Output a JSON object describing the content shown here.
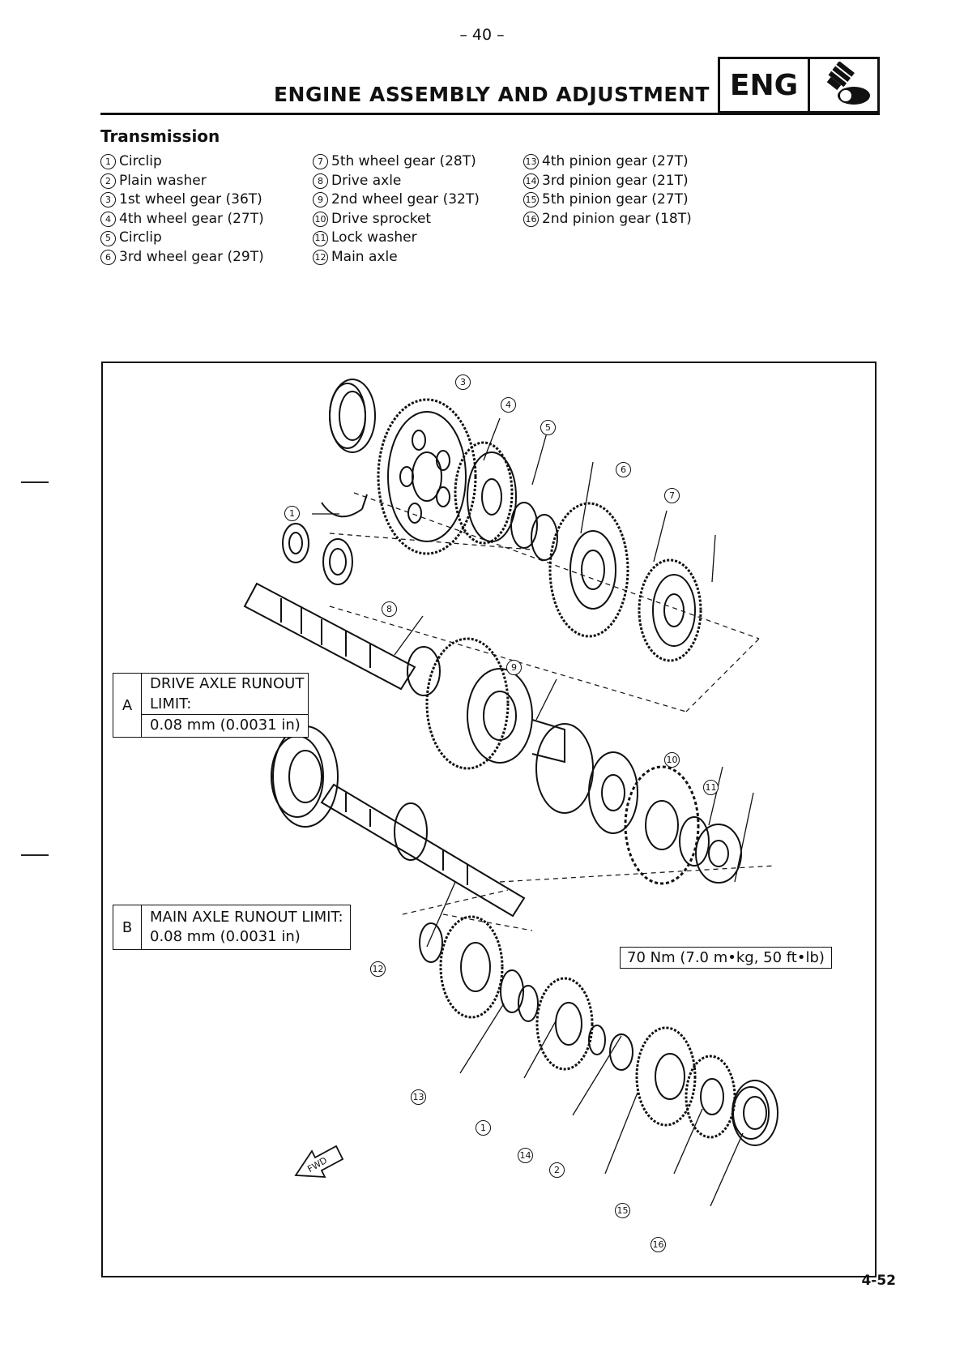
{
  "header": {
    "page_number": "– 40 –",
    "section_title": "ENGINE ASSEMBLY AND ADJUSTMENT",
    "section_code": "ENG",
    "section_icon": "engine-wrench-icon"
  },
  "subsection_title": "Transmission",
  "parts_columns": [
    [
      {
        "num": "1",
        "label": "Circlip"
      },
      {
        "num": "2",
        "label": "Plain washer"
      },
      {
        "num": "3",
        "label": "1st wheel gear (36T)"
      },
      {
        "num": "4",
        "label": "4th wheel gear (27T)"
      },
      {
        "num": "5",
        "label": "Circlip"
      },
      {
        "num": "6",
        "label": "3rd wheel gear (29T)"
      }
    ],
    [
      {
        "num": "7",
        "label": "5th wheel gear (28T)"
      },
      {
        "num": "8",
        "label": "Drive axle"
      },
      {
        "num": "9",
        "label": "2nd wheel gear (32T)"
      },
      {
        "num": "10",
        "label": "Drive sprocket"
      },
      {
        "num": "11",
        "label": "Lock washer"
      },
      {
        "num": "12",
        "label": "Main axle"
      }
    ],
    [
      {
        "num": "13",
        "label": "4th pinion gear (27T)"
      },
      {
        "num": "14",
        "label": "3rd pinion gear (21T)"
      },
      {
        "num": "15",
        "label": "5th pinion gear (27T)"
      },
      {
        "num": "16",
        "label": "2nd pinion gear (18T)"
      }
    ]
  ],
  "diagram": {
    "spec_a": {
      "key": "A",
      "line1": "DRIVE AXLE RUNOUT",
      "line2": "LIMIT:",
      "line3": "0.08 mm (0.0031 in)"
    },
    "spec_b": {
      "key": "B",
      "line1": "MAIN AXLE RUNOUT LIMIT:",
      "line2": "0.08 mm (0.0031 in)"
    },
    "torque": "70 Nm (7.0 m•kg, 50 ft•lb)",
    "fwd_label": "FWD",
    "callouts": [
      "3",
      "4",
      "5",
      "6",
      "7",
      "1",
      "8",
      "9",
      "10",
      "11",
      "12",
      "13",
      "1",
      "14",
      "2",
      "15",
      "16"
    ]
  },
  "footer": {
    "page_number": "4-52"
  }
}
